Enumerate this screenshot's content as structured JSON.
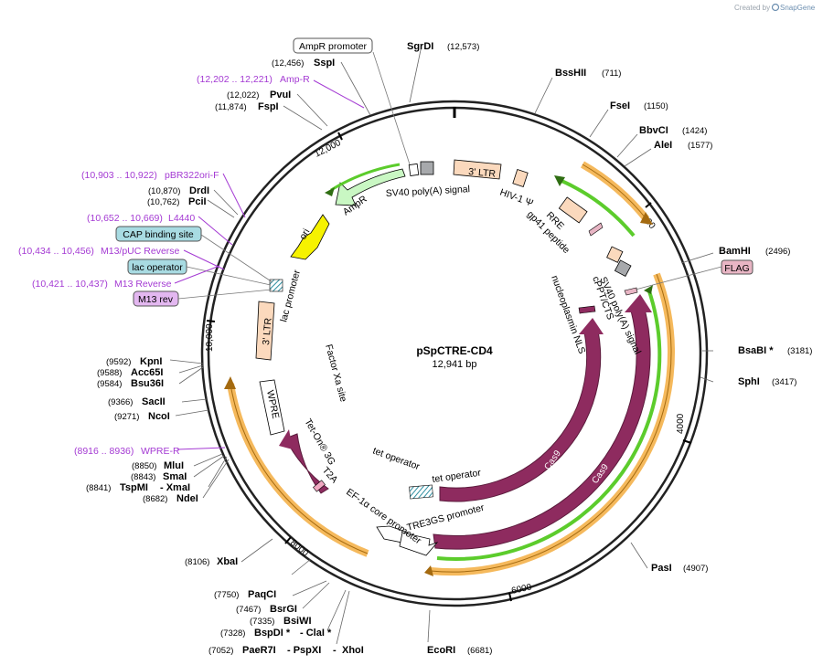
{
  "credit": {
    "prefix": "Created by",
    "brand": "SnapGene"
  },
  "plasmid": {
    "name": "pSpCTRE-CD4",
    "size": "12,941 bp"
  },
  "ticks": [
    "2000",
    "4000",
    "6000",
    "8000",
    "10,000",
    "12,000"
  ],
  "enzymes": [
    {
      "name": "SgrDI",
      "pos": "(12,573)"
    },
    {
      "name": "BssHII",
      "pos": "(711)"
    },
    {
      "name": "FseI",
      "pos": "(1150)"
    },
    {
      "name": "BbvCI",
      "pos": "(1424)"
    },
    {
      "name": "AleI",
      "pos": "(1577)"
    },
    {
      "name": "BamHI",
      "pos": "(2496)"
    },
    {
      "name": "BsaBI *",
      "pos": "(3181)"
    },
    {
      "name": "SphI",
      "pos": "(3417)"
    },
    {
      "name": "PasI",
      "pos": "(4907)"
    },
    {
      "name": "EcoRI",
      "pos": "(6681)"
    },
    {
      "name": "XhoI",
      "pos": "(7052)"
    },
    {
      "name": "PaeR7I",
      "pos": ""
    },
    {
      "name": "- PspXI",
      "pos": ""
    },
    {
      "name": "-",
      "pos": ""
    },
    {
      "name": "BspDI *",
      "pos": "(7328)"
    },
    {
      "name": "- ClaI *",
      "pos": ""
    },
    {
      "name": "BsiWI",
      "pos": "(7335)"
    },
    {
      "name": "BsrGI",
      "pos": "(7467)"
    },
    {
      "name": "PaqCI",
      "pos": "(7750)"
    },
    {
      "name": "XbaI",
      "pos": "(8106)"
    },
    {
      "name": "NdeI",
      "pos": "(8682)"
    },
    {
      "name": "TspMI",
      "pos": "(8841)"
    },
    {
      "name": "- XmaI",
      "pos": ""
    },
    {
      "name": "SmaI",
      "pos": "(8843)"
    },
    {
      "name": "MluI",
      "pos": "(8850)"
    },
    {
      "name": "NcoI",
      "pos": "(9271)"
    },
    {
      "name": "SacII",
      "pos": "(9366)"
    },
    {
      "name": "Bsu36I",
      "pos": "(9584)"
    },
    {
      "name": "Acc65I",
      "pos": "(9588)"
    },
    {
      "name": "KpnI",
      "pos": "(9592)"
    },
    {
      "name": "FspI",
      "pos": "(11,874)"
    },
    {
      "name": "PvuI",
      "pos": "(12,022)"
    },
    {
      "name": "SspI",
      "pos": "(12,456)"
    },
    {
      "name": "DrdI",
      "pos": "(10,870)"
    },
    {
      "name": "PciI",
      "pos": "(10,762)"
    }
  ],
  "primers": [
    {
      "range": "(12,202 .. 12,221)",
      "name": "Amp-R"
    },
    {
      "range": "(10,903 .. 10,922)",
      "name": "pBR322ori-F"
    },
    {
      "range": "(10,652 .. 10,669)",
      "name": "L4440"
    },
    {
      "range": "(10,434 .. 10,456)",
      "name": "M13/pUC Reverse"
    },
    {
      "range": "(10,421 .. 10,437)",
      "name": "M13 Reverse"
    },
    {
      "range": "(8916 .. 8936)",
      "name": "WPRE-R"
    }
  ],
  "boxed_labels": {
    "ampr_promoter": "AmpR promoter",
    "cap_binding_site": "CAP binding site",
    "lac_operator": "lac operator",
    "m13_rev": "M13 rev",
    "flag": "FLAG"
  },
  "features": {
    "sv40_polya_top": "SV40 poly(A) signal",
    "ltr_5": "3' LTR",
    "hiv1_psi": "HIV-1 Ψ",
    "rre": "RRE",
    "gp41": "gp41 peptide",
    "ampr": "AmpR",
    "ori": "ori",
    "lac_promoter": "lac promoter",
    "ltr_3": "3' LTR",
    "wpre": "WPRE",
    "factor_xa": "Factor Xa site",
    "tet_on": "Tet-On® 3G",
    "t2a": "T2A",
    "tet_operator_1": "tet operator",
    "tet_operator_2": "tet operator",
    "ef1a": "EF-1α core promoter",
    "tre3gs": "TRE3GS promoter",
    "cas9_inner": "Cas9",
    "cas9_outer": "Cas9",
    "nls": "nucleoplasmin NLS",
    "sv40_polya_right": "SV40 poly(A) signal",
    "cppt": "cPPT/CTS"
  },
  "colors": {
    "backbone": "#333333",
    "cas9": "#8e2b5f",
    "ampr": "#c9f7c3",
    "ori": "#f6f200",
    "ltr": "#fbd9bd",
    "primer": "#a43ad3",
    "orange_orf": "#f5b95c",
    "green_orf": "#5ccc2c",
    "cap": "#a8dbe2",
    "flag": "#e8b5c4",
    "m13rev": "#e3b7f0",
    "gray": "#a7a9ac"
  }
}
